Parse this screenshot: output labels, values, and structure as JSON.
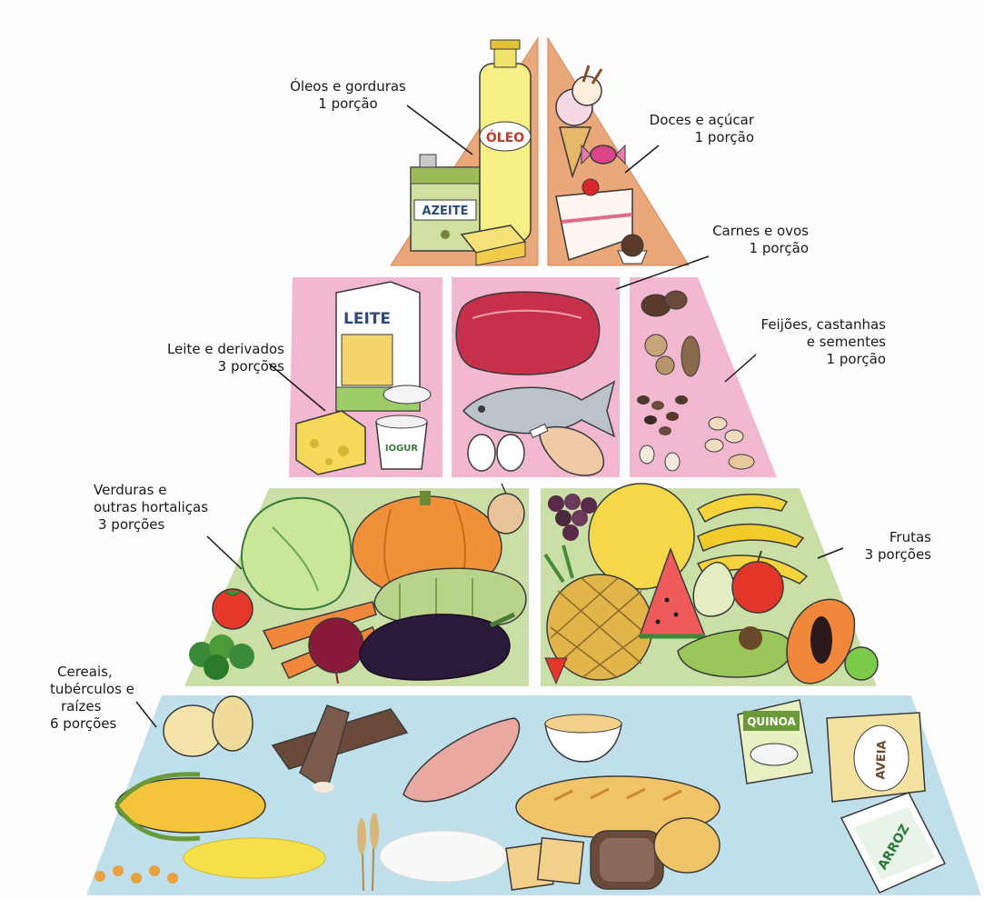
{
  "pyramid": {
    "levels": [
      {
        "id": "oleos",
        "name_lines": [
          "Óleos e gorduras"
        ],
        "portion": "1 porção",
        "color": "#e9a77a",
        "items": [
          "olive-oil-can",
          "oil-bottle",
          "butter"
        ],
        "item_texts": [
          "AZEITE",
          "ÓLEO"
        ]
      },
      {
        "id": "doces",
        "name_lines": [
          "Doces e açúcar"
        ],
        "portion": "1 porção",
        "color": "#e9a77a",
        "items": [
          "ice-cream-cone",
          "candy",
          "cake-slice",
          "brigadeiro"
        ]
      },
      {
        "id": "leite",
        "name_lines": [
          "Leite e derivados"
        ],
        "portion": "3 porções",
        "color": "#f2b8cf",
        "items": [
          "milk-carton",
          "cheese",
          "yogurt",
          "cream-cup"
        ],
        "item_texts": [
          "LEITE",
          "IOGUR"
        ]
      },
      {
        "id": "carnes",
        "name_lines": [
          "Carnes e ovos"
        ],
        "portion": "1 porção",
        "color": "#f2b8cf",
        "items": [
          "steak",
          "fish",
          "eggs",
          "chicken-leg"
        ]
      },
      {
        "id": "feijoes",
        "name_lines": [
          "Feijões, castanhas",
          "e sementes"
        ],
        "portion": "1 porção",
        "color": "#f2b8cf",
        "items": [
          "brazil-nuts",
          "walnuts",
          "beans",
          "peanuts",
          "seeds"
        ]
      },
      {
        "id": "verduras",
        "name_lines": [
          "Verduras e",
          "outras hortaliças"
        ],
        "portion": "3 porções",
        "color": "#c9dfa6",
        "items": [
          "lettuce",
          "pumpkin",
          "onion",
          "tomato",
          "carrots",
          "zucchini",
          "beet",
          "eggplant",
          "broccoli"
        ]
      },
      {
        "id": "frutas",
        "name_lines": [
          "Frutas"
        ],
        "portion": "3 porções",
        "color": "#c9dfa6",
        "items": [
          "grapes",
          "melon",
          "bananas",
          "pineapple",
          "watermelon",
          "pear",
          "apple",
          "avocado",
          "papaya",
          "lime",
          "strawberry"
        ]
      },
      {
        "id": "cereais",
        "name_lines": [
          "Cereais,",
          "tubérculos e",
          "raízes"
        ],
        "portion": "6 porções",
        "color": "#bfe0ea",
        "items": [
          "potatoes",
          "cassava",
          "sweet-potato",
          "oat-bowl",
          "corn",
          "cornmeal",
          "wheat",
          "flour",
          "bread",
          "crackers",
          "toast",
          "bread-roll",
          "rice-bag"
        ],
        "item_texts": [
          "QUINOA",
          "AVEIA",
          "ARROZ"
        ]
      }
    ]
  }
}
